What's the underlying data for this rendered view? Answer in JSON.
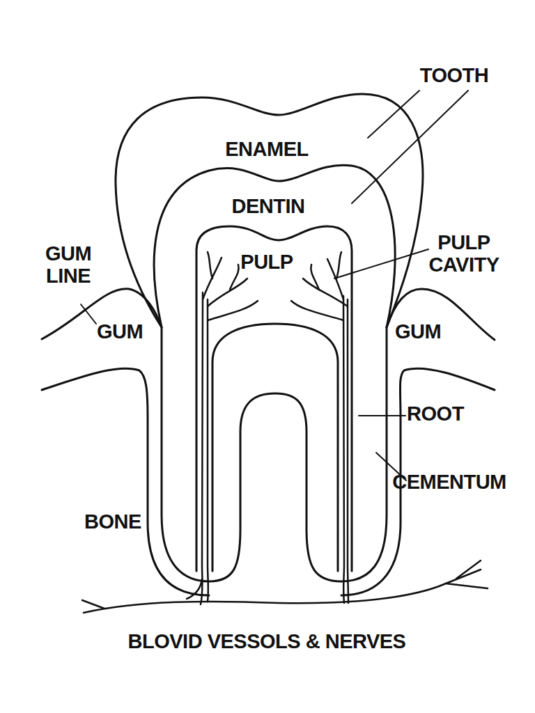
{
  "diagram": {
    "labels": [
      "TOOTH",
      "ENAMEL",
      "DENTIN",
      "PULP",
      "PULP CAVITY",
      "GUM LINE",
      "GUM",
      "GUM",
      "ROOT",
      "CEMENTUM",
      "BONE",
      "BLOVID VESSOLS & NERVES"
    ]
  }
}
